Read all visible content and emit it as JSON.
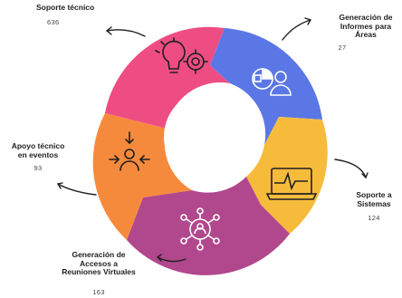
{
  "segments": [
    {
      "id": "soporte-tecnico",
      "label": "Soporte técnico",
      "count": "636",
      "color": "#ee4d84",
      "icon": "lightbulb-gears-icon"
    },
    {
      "id": "generacion-informes",
      "label": "Generación de Informes para Áreas",
      "count": "27",
      "color": "#5b77e6",
      "icon": "chart-user-icon"
    },
    {
      "id": "soporte-sistemas",
      "label": "Soporte a Sistemas",
      "count": "124",
      "color": "#f7bb3c",
      "icon": "monitor-pulse-icon"
    },
    {
      "id": "generacion-accesos",
      "label": "Generación de Accesos a Reuniones Virtuales",
      "count": "163",
      "color": "#b1478c",
      "icon": "network-user-icon"
    },
    {
      "id": "apoyo-eventos",
      "label": "Apoyo técnico en eventos",
      "count": "93",
      "color": "#f68a3c",
      "icon": "target-user-icon"
    }
  ]
}
